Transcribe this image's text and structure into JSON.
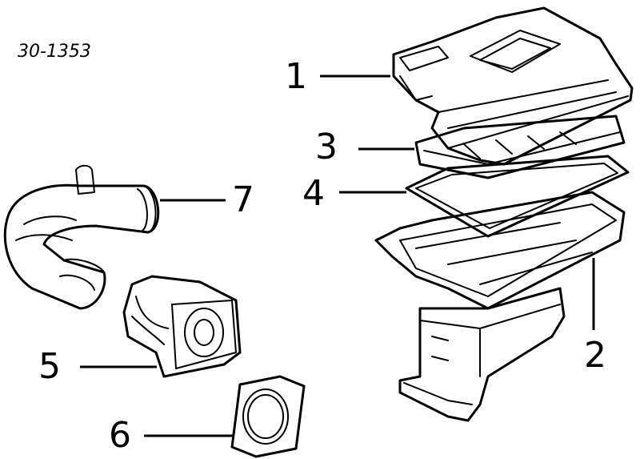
{
  "reference_code": "30-1353",
  "callouts": [
    {
      "id": "1",
      "label": "1"
    },
    {
      "id": "2",
      "label": "2"
    },
    {
      "id": "3",
      "label": "3"
    },
    {
      "id": "4",
      "label": "4"
    },
    {
      "id": "5",
      "label": "5"
    },
    {
      "id": "6",
      "label": "6"
    },
    {
      "id": "7",
      "label": "7"
    }
  ],
  "colors": {
    "ink": "#000000",
    "paper": "#ffffff"
  }
}
